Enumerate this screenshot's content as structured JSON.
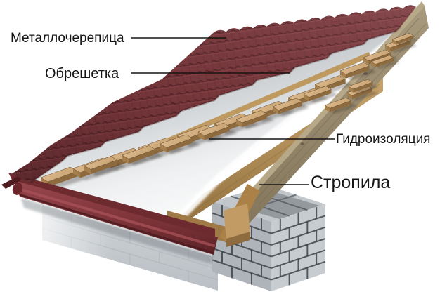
{
  "diagram": {
    "type": "roof-construction-cutaway",
    "labels": {
      "metal_tile": "Металлочерепица",
      "battens": "Обрешетка",
      "waterproofing": "Гидроизоляция",
      "rafters": "Стропила"
    },
    "palette": {
      "background": "#ffffff",
      "tile_red": "#7a393d",
      "tile_red_dark": "#58262a",
      "gutter_red": "#7c3338",
      "batten_wood": "#d7b489",
      "batten_wood_side": "#8e6b3e",
      "rafter_wood": "#b08a55",
      "end_rafter_wood": "#94866b",
      "membrane_grey": "#c6cacc",
      "membrane_white": "#fdfdfd",
      "masonry_grey": "#c3c9cd",
      "mortar_dark": "#3f444a",
      "leader_line": "#141414",
      "label_text": "#161616"
    }
  }
}
